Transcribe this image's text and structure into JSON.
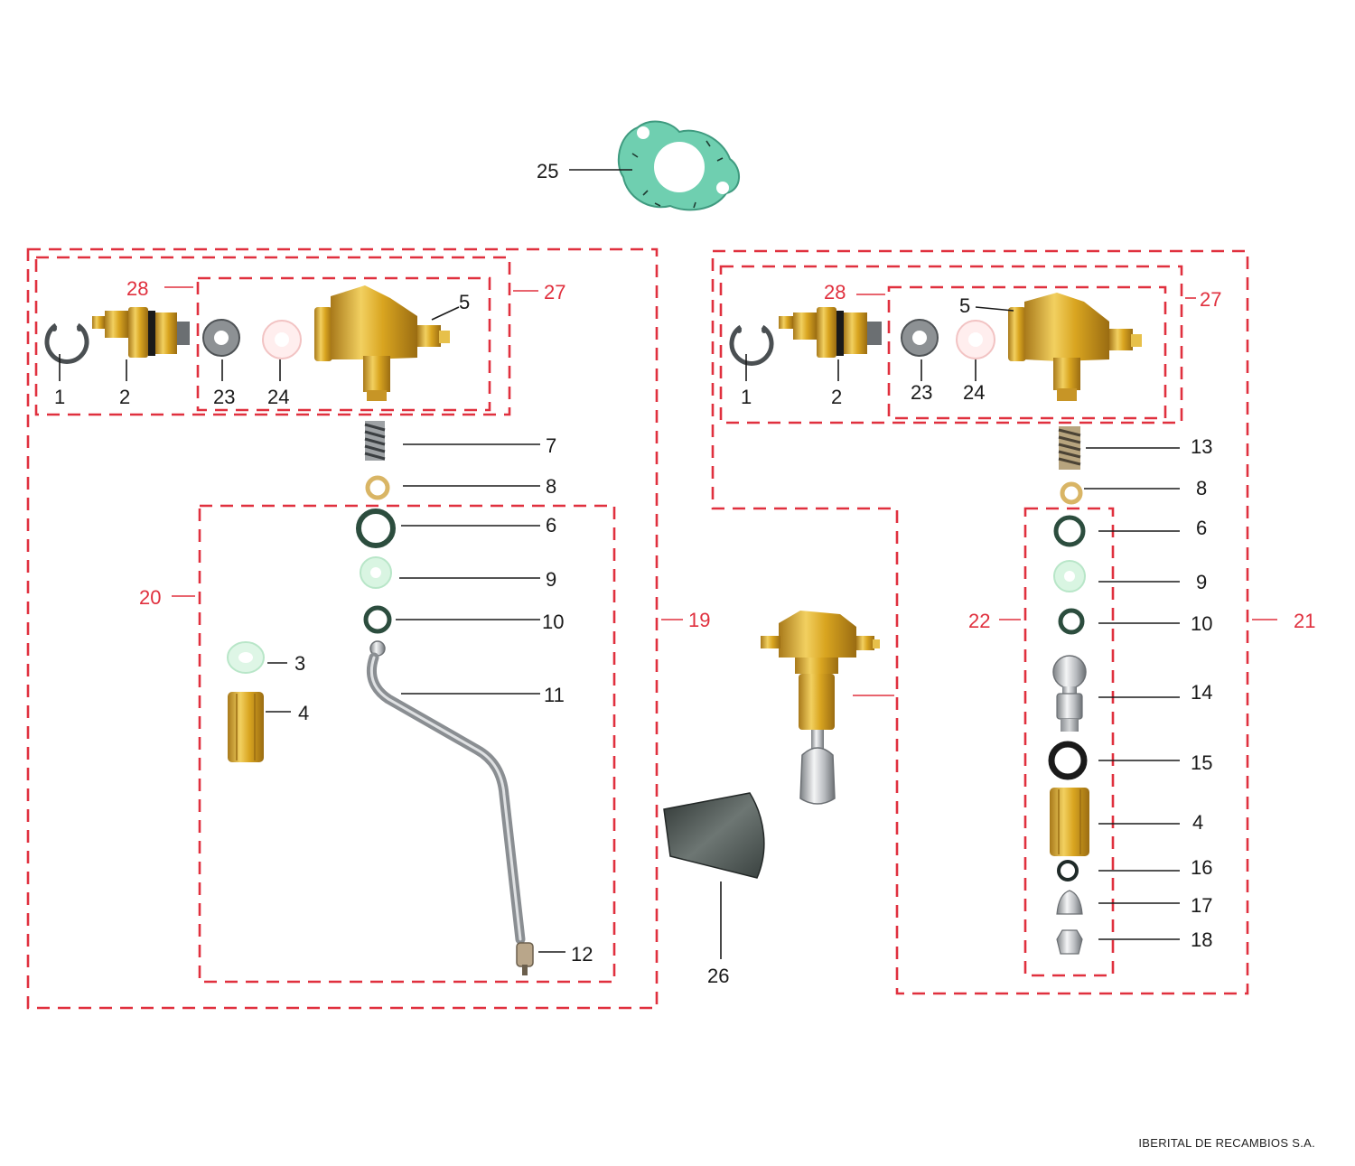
{
  "footer": {
    "company": "IBERITAL DE RECAMBIOS S.A."
  },
  "colors": {
    "assembly_line": "#e0303e",
    "brass": "#d9a520",
    "gasket": "#6fcfb0",
    "rubber": "#2c4d3e",
    "chrome": "#b9bcc0"
  },
  "labels": {
    "l1a": "1",
    "l2a": "2",
    "l23a": "23",
    "l24a": "24",
    "l5a": "5",
    "l28a": "28",
    "l27a": "27",
    "l7": "7",
    "l8a": "8",
    "l6a": "6",
    "l9a": "9",
    "l10a": "10",
    "l11": "11",
    "l12": "12",
    "l3": "3",
    "l4a": "4",
    "l20": "20",
    "l19": "19",
    "l25": "25",
    "l26": "26",
    "l1b": "1",
    "l2b": "2",
    "l23b": "23",
    "l24b": "24",
    "l5b": "5",
    "l28b": "28",
    "l27b": "27",
    "l13": "13",
    "l8b": "8",
    "l6b": "6",
    "l9b": "9",
    "l10b": "10",
    "l14": "14",
    "l15": "15",
    "l4b": "4",
    "l16": "16",
    "l17": "17",
    "l18": "18",
    "l22": "22",
    "l21": "21"
  },
  "parts": {
    "left_assembly": [
      "1",
      "2",
      "23",
      "24",
      "5",
      "7",
      "8",
      "6",
      "9",
      "10",
      "11",
      "12",
      "3",
      "4"
    ],
    "right_assembly": [
      "1",
      "2",
      "23",
      "24",
      "5",
      "13",
      "8",
      "6",
      "9",
      "10",
      "14",
      "15",
      "4",
      "16",
      "17",
      "18"
    ],
    "loose": [
      "25",
      "26"
    ]
  }
}
